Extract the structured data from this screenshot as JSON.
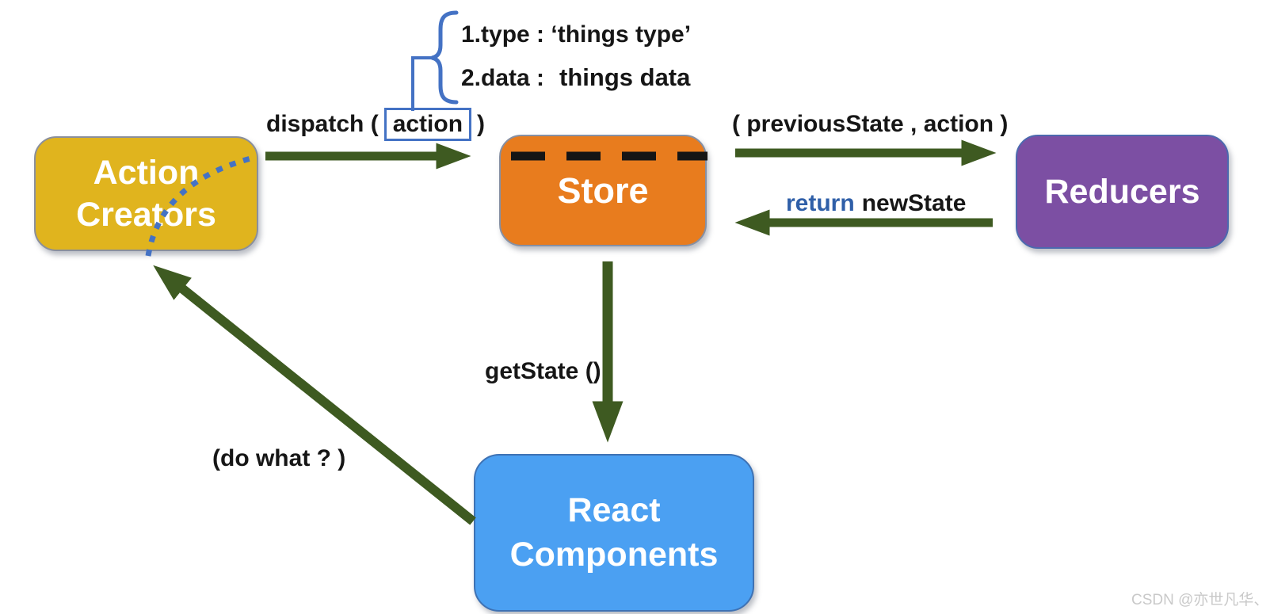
{
  "annotation": {
    "line1": "1.type : ‘things type’",
    "line2_key": "2.data :",
    "line2_value": "things data"
  },
  "nodes": {
    "action_creators": {
      "line1": "Action",
      "line2": "Creators",
      "color": "#E0B41E"
    },
    "store": {
      "label": "Store",
      "color": "#E87C1E"
    },
    "reducers": {
      "label": "Reducers",
      "color": "#7C4FA3"
    },
    "react_components": {
      "line1": "React",
      "line2": "Components",
      "color": "#4BA0F2"
    }
  },
  "edges": {
    "dispatch": {
      "prefix": "dispatch (",
      "boxed": "action",
      "suffix": ")"
    },
    "to_reducers": {
      "label": "( previousState , action )"
    },
    "from_reducers": {
      "keyword": "return",
      "rest": "newState"
    },
    "get_state": {
      "label": "getState ()"
    },
    "do_what": {
      "label": "(do what ? )"
    }
  },
  "colors": {
    "arrow_green": "#3E5A21",
    "accent_blue": "#4472C4",
    "return_keyword_blue": "#2F5FA8",
    "store_dash_black": "#151515"
  },
  "watermark": {
    "text": "CSDN @亦世凡华、"
  }
}
